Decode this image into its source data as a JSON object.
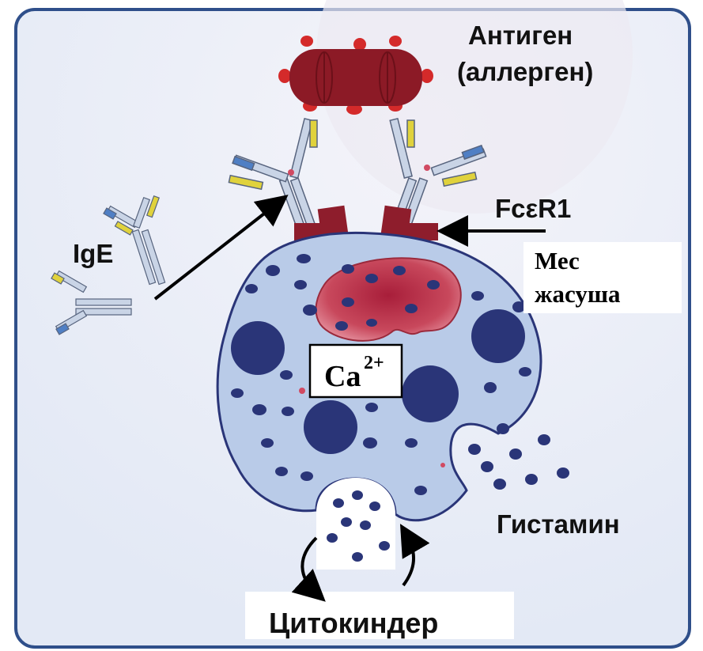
{
  "labels": {
    "antigen_line1": "Антиген",
    "antigen_line2": "(аллерген)",
    "receptor": "FcεR1",
    "ige": "IgE",
    "mast_cell_line1": "Мес",
    "mast_cell_line2": "жасуша",
    "calcium_base": "Ca",
    "calcium_charge": "2+",
    "histamine": "Гистамин",
    "cytokines": "Цитокиндер"
  },
  "colors": {
    "panel_bg": "#e9eef8",
    "panel_border": "#2f4f8a",
    "cell_fill": "#b9cbe8",
    "granule": "#2a3578",
    "antigen": "#8c1a26",
    "antigen_bumps": "#d42a2a",
    "receptor": "#8e1d2c",
    "nucleus": "#c8485c",
    "antibody_light": "#c9d4e6",
    "antibody_blue": "#4f7fc4",
    "antibody_yellow": "#e0d23c"
  },
  "icons": [
    "antigen-icon",
    "antibody-icon",
    "receptor-icon",
    "granule-icon",
    "arrow-icon"
  ]
}
